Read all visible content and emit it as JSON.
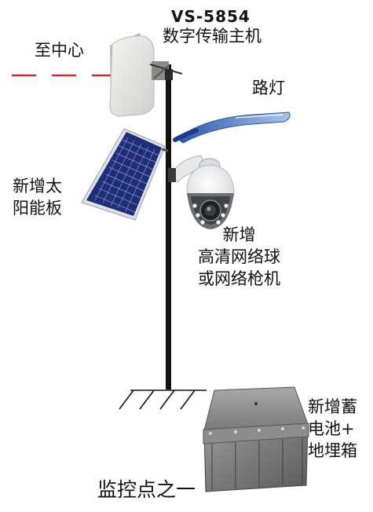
{
  "diagram": {
    "model_label": "VS-5854",
    "host_label": "数字传输主机",
    "center_label": "至中心",
    "streetlight_label": "路灯",
    "solar_label": [
      "新增太",
      "阳能板"
    ],
    "camera_label": [
      "新增",
      "高清网络球",
      "或网络枪机"
    ],
    "battery_label": [
      "新增蓄",
      "电池+",
      "地埋箱"
    ],
    "caption": "监控点之一"
  },
  "colors": {
    "link_line": "#d42a2a",
    "pole": "#111111",
    "solar_cell": "#1f2d7a",
    "lamp_head": "#3f67b0"
  }
}
